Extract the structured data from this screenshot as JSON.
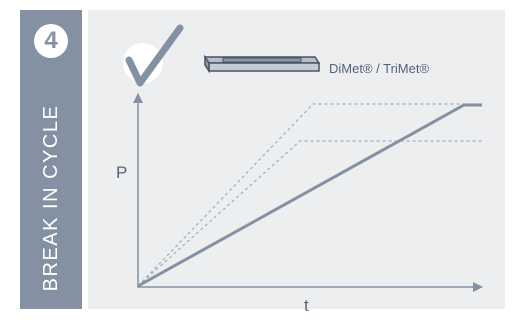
{
  "step": {
    "number": "4",
    "title": "BREAK IN CYCLE"
  },
  "product": {
    "label": "DiMet® / TriMet®",
    "icon": "metal-strip-icon",
    "status_icon": "checkmark-icon"
  },
  "diagram": {
    "y_axis_label": "P",
    "x_axis_label": "t"
  },
  "colors": {
    "sidebar": "#8491a3",
    "panel": "#edeef0",
    "main_line": "#8491a3",
    "dashed_lines": "#a3acb8",
    "text": "#56627a"
  }
}
